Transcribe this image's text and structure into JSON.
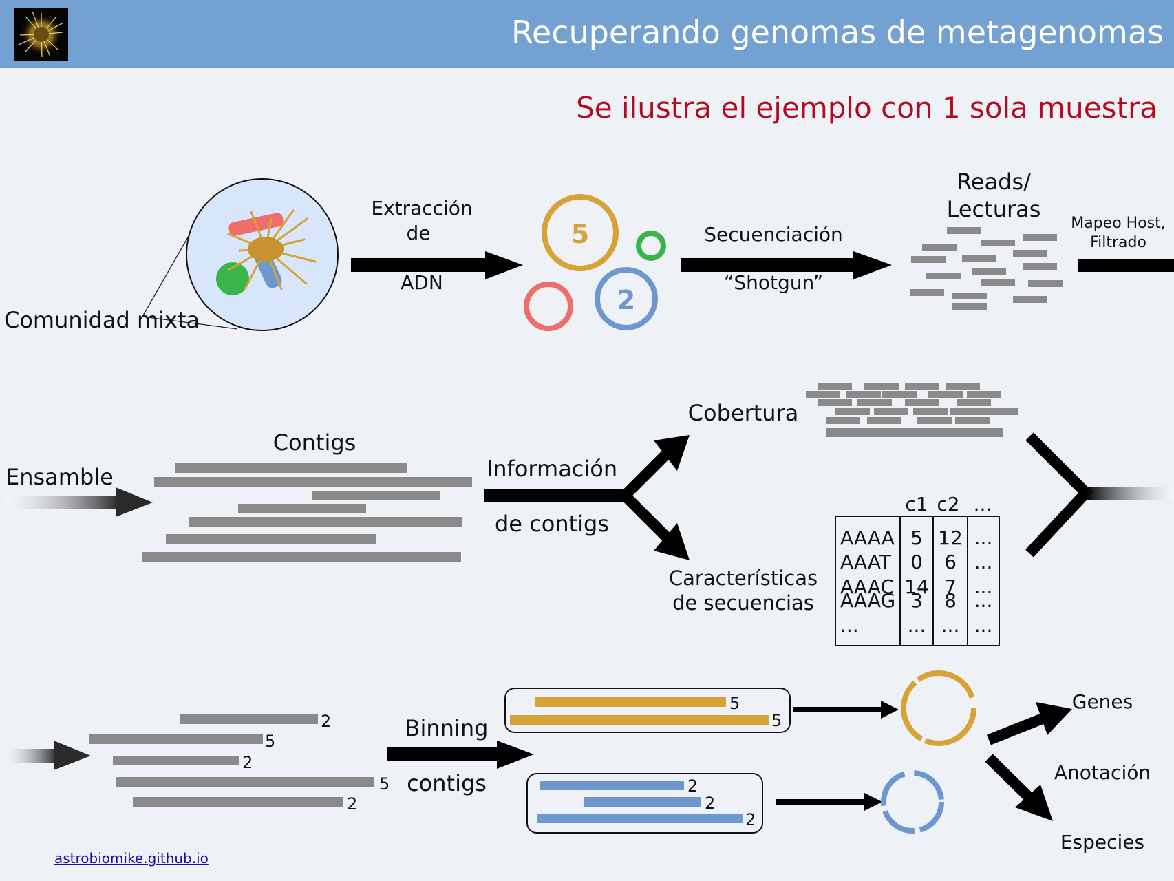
{
  "header": {
    "title": "Recuperando genomas de metagenomas",
    "logo_icon": "microbe-logo"
  },
  "subtitle": "Se ilustra el ejemplo con 1 sola muestra",
  "step1": {
    "community_label": "Comunidad mixta",
    "extraction_line1": "Extracción",
    "extraction_line2": "de",
    "extraction_line3": "ADN",
    "genome_counts": [
      "5",
      "2"
    ],
    "sequencing_line1": "Secuenciación",
    "sequencing_line2": "“Shotgun”",
    "reads_line1": "Reads/",
    "reads_line2": "Lecturas",
    "mapping_line1": "Mapeo Host,",
    "mapping_line2": "Filtrado"
  },
  "step2": {
    "assembly_label": "Ensamble",
    "contigs_label": "Contigs",
    "info_line1": "Información",
    "info_line2": "de contigs",
    "coverage_label": "Cobertura",
    "features_line1": "Características",
    "features_line2": "de secuencias",
    "table": {
      "headers": [
        "c1",
        "c2",
        "..."
      ],
      "rows": [
        [
          "AAAA",
          "5",
          "12",
          "..."
        ],
        [
          "AAAT",
          "0",
          "6",
          "..."
        ],
        [
          "AAAC",
          "14",
          "7",
          "..."
        ],
        [
          "AAAG",
          "3",
          "8",
          "..."
        ],
        [
          "...",
          "...",
          "...",
          "..."
        ]
      ]
    }
  },
  "step3": {
    "contig_counts": [
      "2",
      "5",
      "2",
      "5",
      "2"
    ],
    "binning_line1": "Binning",
    "binning_line2": "contigs",
    "bin1_counts": [
      "5",
      "5"
    ],
    "bin2_counts": [
      "2",
      "2",
      "2"
    ],
    "genes_label": "Genes",
    "annotation_label": "Anotación",
    "species_label": "Especies"
  },
  "colors": {
    "header_bg": "#73a1d2",
    "subtitle": "#b50a1e",
    "gold": "#d8a336",
    "blue": "#6f97cf",
    "red": "#ee6e6b",
    "green": "#3ab54a",
    "gray": "#888888"
  },
  "footer": {
    "link": "astrobiomike.github.io"
  }
}
